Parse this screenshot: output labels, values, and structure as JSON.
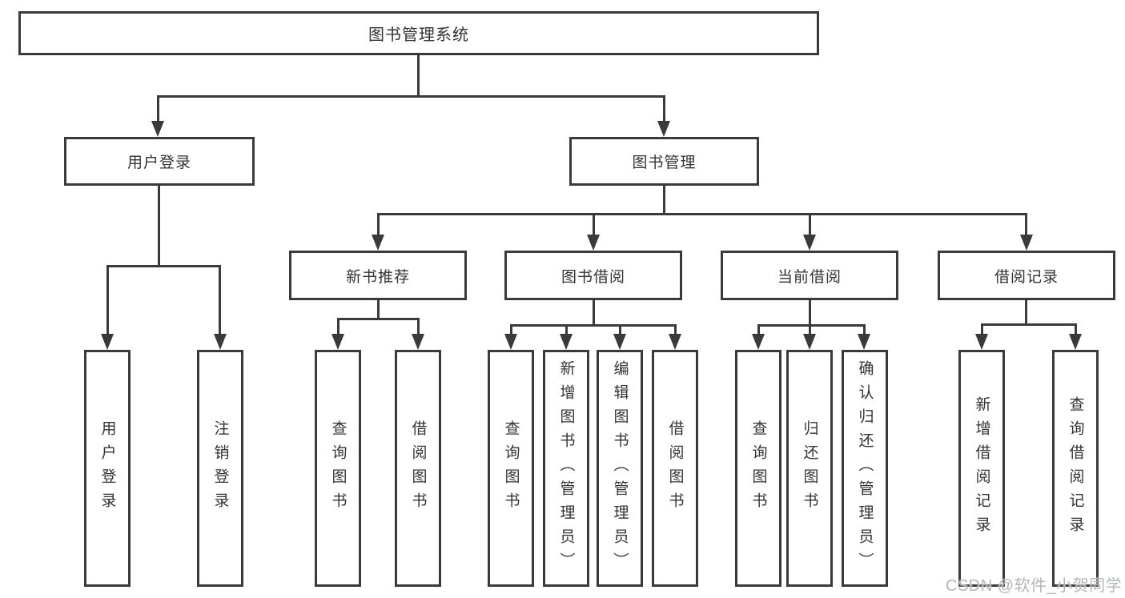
{
  "root": {
    "label": "图书管理系统"
  },
  "branches": {
    "user_login": {
      "label": "用户登录",
      "children": [
        {
          "label": "用户登录"
        },
        {
          "label": "注销登录"
        }
      ]
    },
    "book_management": {
      "label": "图书管理",
      "children": [
        {
          "label": "新书推荐",
          "children": [
            {
              "label": "查询图书"
            },
            {
              "label": "借阅图书"
            }
          ]
        },
        {
          "label": "图书借阅",
          "children": [
            {
              "label": "查询图书"
            },
            {
              "label": "新增图书（管理员）"
            },
            {
              "label": "编辑图书（管理员）"
            },
            {
              "label": "借阅图书"
            }
          ]
        },
        {
          "label": "当前借阅",
          "children": [
            {
              "label": "查询图书"
            },
            {
              "label": "归还图书"
            },
            {
              "label": "确认归还（管理员）"
            }
          ]
        },
        {
          "label": "借阅记录",
          "children": [
            {
              "label": "新增借阅记录"
            },
            {
              "label": "查询借阅记录"
            }
          ]
        }
      ]
    }
  },
  "watermark": {
    "text": "CSDN @软件_小贺同学"
  },
  "colors": {
    "line": "#3a3a3a",
    "text": "#333333",
    "watermark": "#b3b7bb",
    "background": "#ffffff"
  }
}
